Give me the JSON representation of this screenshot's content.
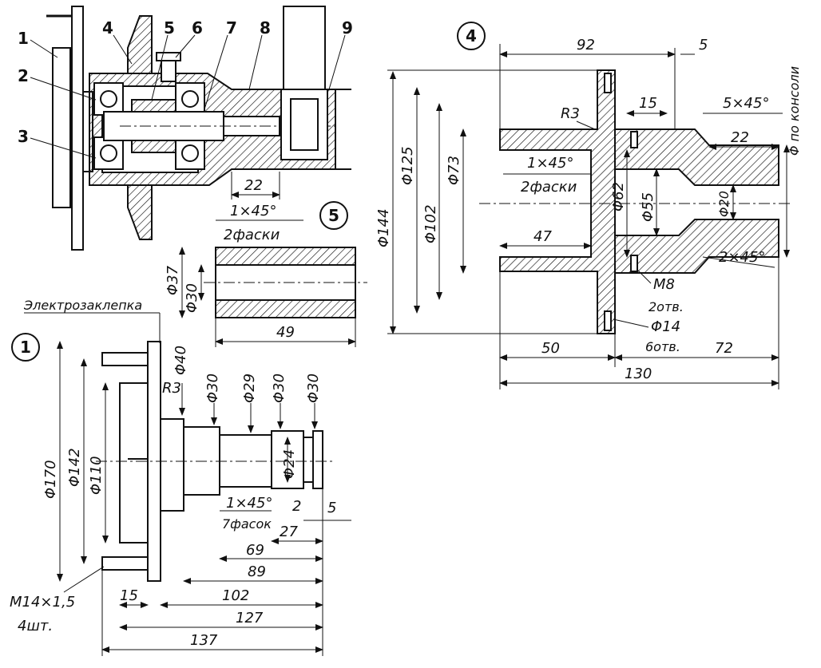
{
  "assembly": {
    "part_labels": [
      "1",
      "2",
      "3",
      "4",
      "5",
      "6",
      "7",
      "8",
      "9"
    ],
    "dims": {
      "len22": "22"
    }
  },
  "view4": {
    "number": "4",
    "dims": {
      "d144": "Φ144",
      "d125": "Φ125",
      "d102": "Φ102",
      "d73": "Φ73",
      "d62": "Φ62",
      "d55": "Φ55",
      "d20": "Φ20",
      "d_console": "Φ по консоли",
      "l92": "92",
      "l5": "5",
      "l15": "15",
      "c5x45": "5×45°",
      "l22": "22",
      "r3": "R3",
      "c1x45": "1×45°",
      "chamfers2": "2фаски",
      "l47": "47",
      "m8": "M8",
      "holes2": "2отв.",
      "d14": "Φ14",
      "holes6": "6отв.",
      "c2x45": "2×45°",
      "l50": "50",
      "l72": "72",
      "l130": "130"
    }
  },
  "view5": {
    "number": "5",
    "dims": {
      "c1x45": "1×45°",
      "chamfers2": "2фаски",
      "d37": "Φ37",
      "d30": "Φ30",
      "l49": "49"
    }
  },
  "view1": {
    "number": "1",
    "dims": {
      "weld": "Электрозаклепка",
      "d40": "Φ40",
      "r3": "R3",
      "d30a": "Φ30",
      "d29": "Φ29",
      "d30b": "Φ30",
      "d30c": "Φ30",
      "d24": "Φ24",
      "d170": "Φ170",
      "d142": "Φ142",
      "d110": "Φ110",
      "c1x45": "1×45°",
      "chamfers7": "7фасок",
      "l2": "2",
      "l5": "5",
      "l27": "27",
      "l69": "69",
      "l89": "89",
      "thread": "M14×1,5",
      "qty": "4шт.",
      "l15": "15",
      "l102": "102",
      "l127": "127",
      "l137": "137"
    }
  }
}
